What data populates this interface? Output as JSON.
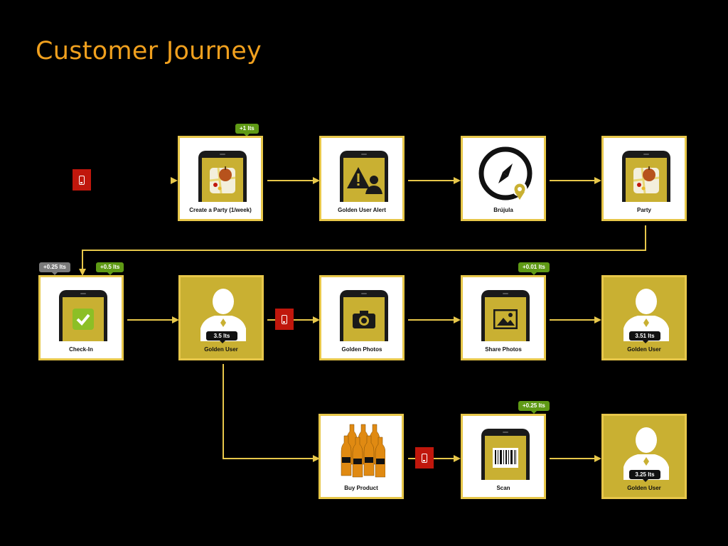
{
  "title": "Customer Journey",
  "colors": {
    "title": "#f0a01e",
    "gold": "#c9b032",
    "card_border": "#e7c74a",
    "trigger_red": "#c0170c",
    "badge_green": "#5f9a15",
    "badge_grey": "#7a7a7a"
  },
  "steps": {
    "create_party": {
      "label": "Create a Party (1/week)",
      "icon": "map-pin-apple-icon"
    },
    "golden_user_alert": {
      "label": "Golden User Alert",
      "icon": "warning-user-icon"
    },
    "brujula": {
      "label": "Brújula",
      "icon": "compass-icon"
    },
    "party": {
      "label": "Party",
      "icon": "map-pin-apple-icon"
    },
    "check_in": {
      "label": "Check-In",
      "icon": "checkmark-icon"
    },
    "golden_user_1": {
      "label": "Golden User",
      "value": "3.5 lts",
      "icon": "person-icon"
    },
    "golden_photos": {
      "label": "Golden Photos",
      "icon": "camera-icon"
    },
    "share_photos": {
      "label": "Share Photos",
      "icon": "picture-icon"
    },
    "golden_user_2": {
      "label": "Golden User",
      "value": "3.51 lts",
      "icon": "person-icon"
    },
    "buy_product": {
      "label": "Buy Product",
      "icon": "beer-bottles-icon"
    },
    "scan": {
      "label": "Scan",
      "icon": "barcode-icon"
    },
    "golden_user_3": {
      "label": "Golden User",
      "value": "3.25 lts",
      "icon": "person-icon"
    }
  },
  "badges": {
    "create_party": "+1 lts",
    "check_in_grey": "+0.25 lts",
    "check_in_green": "+0.5 lts",
    "share_photos": "+0.01 lts",
    "scan": "+0.25 lts"
  },
  "triggers": [
    "mobile-phone-icon",
    "mobile-phone-icon",
    "mobile-phone-icon"
  ]
}
